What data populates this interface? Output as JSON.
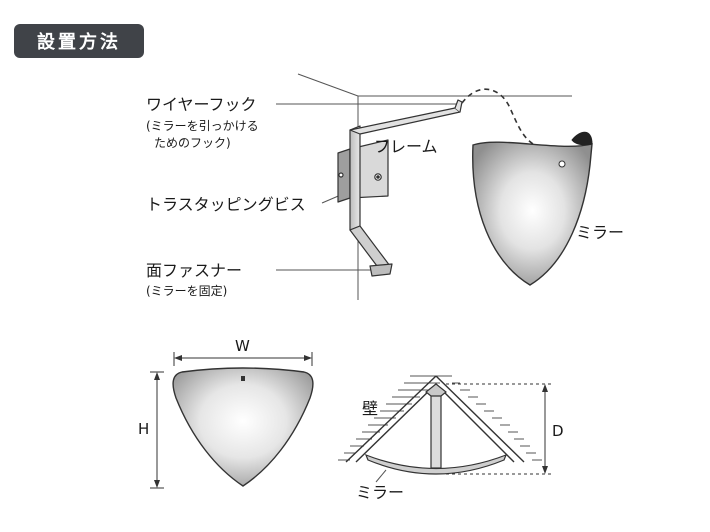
{
  "section_title": "設置方法",
  "labels": {
    "wire_hook": "ワイヤーフック",
    "wire_hook_note_1": "(ミラーを引っかける",
    "wire_hook_note_2": "ためのフック)",
    "frame": "フレーム",
    "tapping_screw": "トラスタッピングビス",
    "face_fastener": "面ファスナー",
    "face_fastener_note": "(ミラーを固定)",
    "mirror_top": "ミラー",
    "width": "W",
    "height": "H",
    "wall": "壁",
    "depth": "D",
    "mirror_bottom": "ミラー"
  }
}
